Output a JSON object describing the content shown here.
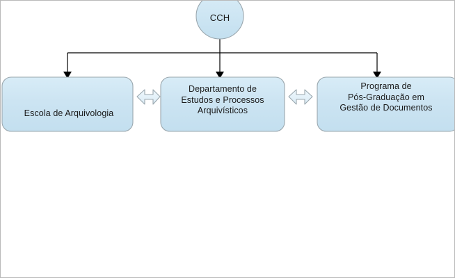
{
  "diagram": {
    "type": "organizational-chart",
    "orientation": "top-down",
    "colors": {
      "node_fill": "#cce4f2",
      "node_stroke": "#9aa7ae",
      "connector_stroke": "#000000",
      "arrow_fill": "#dfeef7",
      "arrow_stroke": "#9aa7ae",
      "canvas": "#ffffff",
      "border": "#b9b9b9"
    },
    "root": {
      "id": "cch",
      "label": "CCH",
      "shape": "ellipse",
      "clipped": "top"
    },
    "children": [
      {
        "id": "escola",
        "label": "Escola de Arquivologia",
        "shape": "rounded-rectangle"
      },
      {
        "id": "departamento",
        "label": "Departamento de\nEstudos e Processos\nArquivísticos",
        "shape": "rounded-rectangle"
      },
      {
        "id": "programa",
        "label": "Programa de\nPós-Graduação em\nGestão de Documentos",
        "shape": "rounded-rectangle",
        "clipped": "right"
      }
    ],
    "connectors": [
      {
        "id": "cch-to-escola",
        "from": "cch",
        "to": "escola",
        "style": "elbow-arrow",
        "direction": "down"
      },
      {
        "id": "cch-to-departamento",
        "from": "cch",
        "to": "departamento",
        "style": "straight-arrow",
        "direction": "down"
      },
      {
        "id": "cch-to-programa",
        "from": "cch",
        "to": "programa",
        "style": "elbow-arrow",
        "direction": "down"
      },
      {
        "id": "escola-departamento",
        "from": "escola",
        "to": "departamento",
        "style": "double-headed-block-arrow",
        "direction": "bidirectional"
      },
      {
        "id": "departamento-programa",
        "from": "departamento",
        "to": "programa",
        "style": "double-headed-block-arrow",
        "direction": "bidirectional"
      }
    ]
  }
}
